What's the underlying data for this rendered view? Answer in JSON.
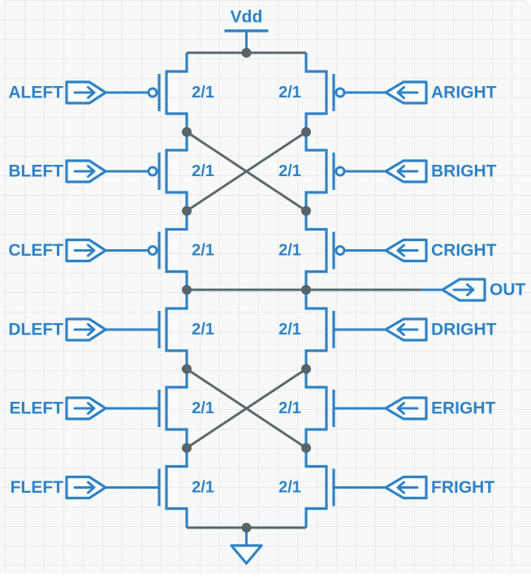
{
  "diagram": {
    "type": "cmos-transistor-schematic",
    "power_label": "Vdd",
    "output_port_label": "OUT",
    "rows": [
      {
        "left_label": "ALEFT",
        "right_label": "ARIGHT",
        "left_size": "2/1",
        "right_size": "2/1",
        "device": "pmos"
      },
      {
        "left_label": "BLEFT",
        "right_label": "BRIGHT",
        "left_size": "2/1",
        "right_size": "2/1",
        "device": "pmos"
      },
      {
        "left_label": "CLEFT",
        "right_label": "CRIGHT",
        "left_size": "2/1",
        "right_size": "2/1",
        "device": "pmos"
      },
      {
        "left_label": "DLEFT",
        "right_label": "DRIGHT",
        "left_size": "2/1",
        "right_size": "2/1",
        "device": "nmos"
      },
      {
        "left_label": "ELEFT",
        "right_label": "ERIGHT",
        "left_size": "2/1",
        "right_size": "2/1",
        "device": "nmos"
      },
      {
        "left_label": "FLEFT",
        "right_label": "FRIGHT",
        "left_size": "2/1",
        "right_size": "2/1",
        "device": "nmos"
      }
    ],
    "cross_coupled_row_indices": [
      1,
      4
    ],
    "colors": {
      "component_blue": "#2f82c6",
      "wire_gray": "#5a676c",
      "junction_gray": "#57646a",
      "background": "#f7f8f8",
      "grid_line": "#e8eaec",
      "symbol_fill": "#fbfcfc"
    }
  }
}
